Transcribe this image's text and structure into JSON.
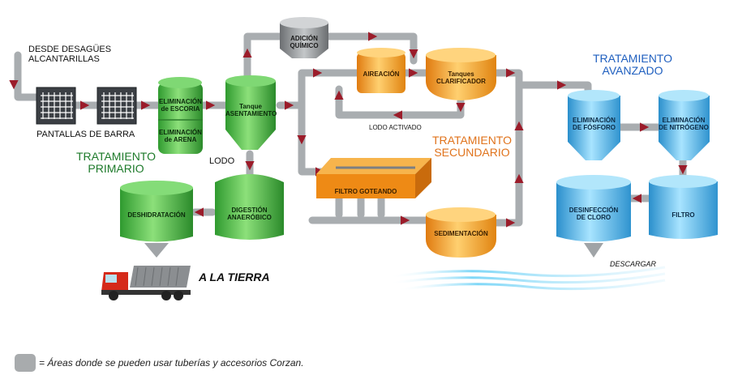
{
  "diagram": {
    "source_label_line1": "DESDE DESAGÜES",
    "source_label_line2": "ALCANTARILLAS",
    "bar_screens_label": "PANTALLAS DE BARRA",
    "grit_removal_line1": "ELIMINACIÓN",
    "grit_removal_line2": "de ESCORIA",
    "sand_removal_line1": "ELIMINACIÓN",
    "sand_removal_line2": "de ARENA",
    "settling_tank_line1": "Tanque",
    "settling_tank_line2": "ASENTAMIENTO",
    "sludge_label": "LODO",
    "chemical_line1": "ADICIÓN",
    "chemical_line2": "QUÍMICO",
    "aeration_label": "AIREACIÓN",
    "clarifier_line1": "Tanques",
    "clarifier_line2": "CLARIFICADOR",
    "activated_sludge_label": "LODO ACTIVADO",
    "primary_line1": "TRATAMIENTO",
    "primary_line2": "PRIMARIO",
    "secondary_line1": "TRATAMIENTO",
    "secondary_line2": "SECUNDARIO",
    "advanced_line1": "TRATAMIENTO",
    "advanced_line2": "AVANZADO",
    "trickling_filter_label": "FILTRO GOTEANDO",
    "sedimentation_label": "SEDIMENTACIÓN",
    "dewatering_label": "DESHIDRATACIÓN",
    "digestion_line1": "DIGESTIÓN",
    "digestion_line2": "ANAERÓBICO",
    "to_land_label": "A LA TIERRA",
    "phosphorus_line1": "ELIMINACIÓN",
    "phosphorus_line2": "DE FÓSFORO",
    "nitrogen_line1": "ELIMINACIÓN",
    "nitrogen_line2": "DE NITRÓGENO",
    "chlorine_line1": "DESINFECCIÓN",
    "chlorine_line2": "DE CLORO",
    "filter_label": "FILTRO",
    "discharge_label": "DESCARGAR"
  },
  "legend": {
    "text": "= Áreas donde se pueden usar tuberías y accesorios Corzan."
  },
  "colors": {
    "pipe": "#a9adb0",
    "green_tank": "#4cbf4a",
    "orange_tank": "#f3a62b",
    "blue_tank": "#4fb6e6",
    "arrow": "#9b1c2a",
    "primary_text": "#1d7a2a",
    "secondary_text": "#e0731c",
    "advanced_text": "#1f5fbf"
  }
}
